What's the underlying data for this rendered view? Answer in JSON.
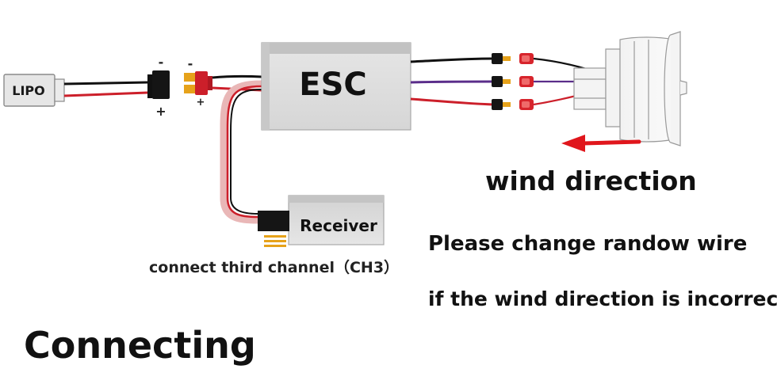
{
  "labels": {
    "battery": "LIPO",
    "esc": "ESC",
    "receiver": "Receiver",
    "receiver_note": "connect third channel（CH3）",
    "minus_sign": "-",
    "plus_sign": "+",
    "wind_direction": "wind direction",
    "instruction_line1": "Please change randow wire",
    "instruction_line2": "if the wind direction is incorrect",
    "page_title": "Connecting"
  },
  "colors": {
    "wire_black": "#111111",
    "wire_red": "#cc1f2a",
    "wire_purple": "#5a2d8a",
    "connector_yellow": "#e6a21a",
    "arrow_red": "#e0161c"
  }
}
